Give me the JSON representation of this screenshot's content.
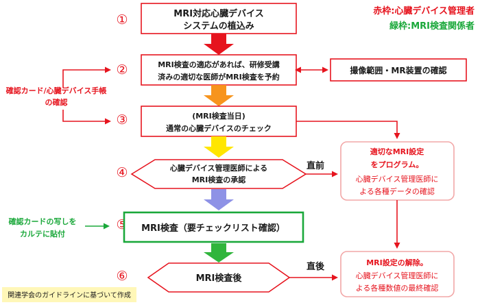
{
  "legend": {
    "red": "赤枠:心臓デバイス管理者",
    "green": "緑枠:MRI検査関係者"
  },
  "colors": {
    "red": "#e6141e",
    "green": "#1aa83a",
    "pink_border": "#f2a7a7",
    "arrow_1": "#e6141e",
    "arrow_2": "#f7941d",
    "arrow_3": "#ffe600",
    "arrow_4": "#8e92e6",
    "arrow_5": "#30b53c",
    "note_bg": "#fff7b8"
  },
  "steps": [
    {
      "num": "①",
      "lines": [
        "MRI対応心臓デバイス",
        "システムの植込み"
      ]
    },
    {
      "num": "②",
      "lines": [
        "MRI検査の適応があれば、研修受講",
        "済みの適切な医師がMRI検査を予約"
      ]
    },
    {
      "num": "③",
      "lines": [
        "(MRI検査当日)",
        "通常の心臓デバイスのチェック"
      ]
    },
    {
      "num": "④",
      "lines": [
        "心臓デバイス管理医師による",
        "MRI検査の承認"
      ]
    },
    {
      "num": "⑤",
      "lines": [
        "MRI検査（要チェックリスト確認）"
      ]
    },
    {
      "num": "⑥",
      "lines": [
        "MRI検査後"
      ]
    }
  ],
  "side_left": {
    "card_check": [
      "確認カード/心臓デバイス手帳",
      "の確認"
    ],
    "card_copy": [
      "確認カードの写しを",
      "カルテに貼付"
    ]
  },
  "side_right": {
    "imaging": "撮像範囲・MR装置の確認",
    "program": [
      "適切なMRI設定",
      "をプログラム。",
      "心臓デバイス管理医師に",
      "よる各種データの確認"
    ],
    "release": [
      "MRI設定の解除。",
      "心臓デバイス管理医師に",
      "よる各種数値の最終確認"
    ]
  },
  "edge_labels": {
    "before": "直前",
    "after": "直後"
  },
  "footnote": "関連学会のガイドラインに基づいて作成"
}
